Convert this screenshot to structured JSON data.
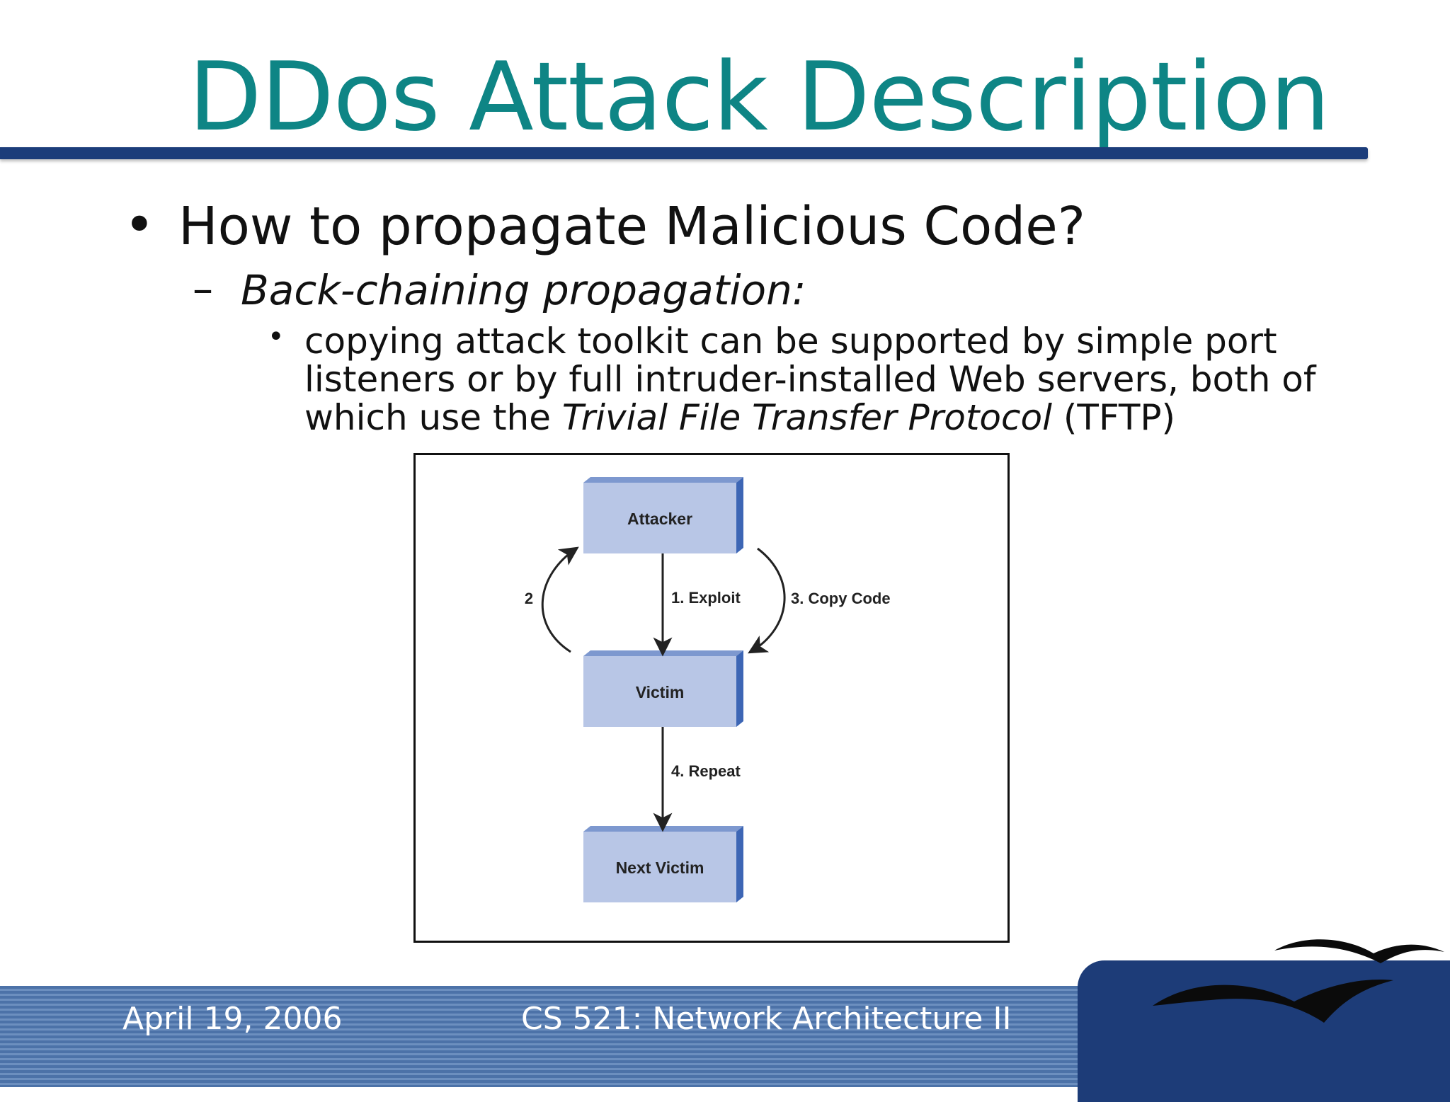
{
  "title": "DDos Attack Description",
  "bullets": {
    "level1": "How to propagate Malicious Code?",
    "level2": "Back-chaining propagation:",
    "level3": {
      "line1": "copying attack toolkit can be supported by simple port",
      "line2": "listeners or by full intruder-installed Web servers, both of",
      "line3_before": "which use the ",
      "line3_italic": "Trivial File Transfer Protocol",
      "line3_after": " (TFTP)"
    }
  },
  "diagram": {
    "nodes": {
      "attacker": "Attacker",
      "victim": "Victim",
      "next_victim": "Next Victim"
    },
    "edges": {
      "exploit": "1. Exploit",
      "return": "2",
      "copy_code": "3. Copy Code",
      "repeat": "4. Repeat"
    },
    "colors": {
      "box_face": "#b8c6e6",
      "box_top": "#7d98cf",
      "box_side": "#3d66b5",
      "arrow": "#222222"
    }
  },
  "footer": {
    "date": "April 19, 2006",
    "course": "CS 521: Network Architecture II"
  },
  "colors": {
    "title": "#0e8585",
    "rule": "#1c3d7a",
    "footer_stripes": "#4c72a8",
    "footer_panel": "#1d3c78"
  },
  "logo": "seagull-birds-logo"
}
